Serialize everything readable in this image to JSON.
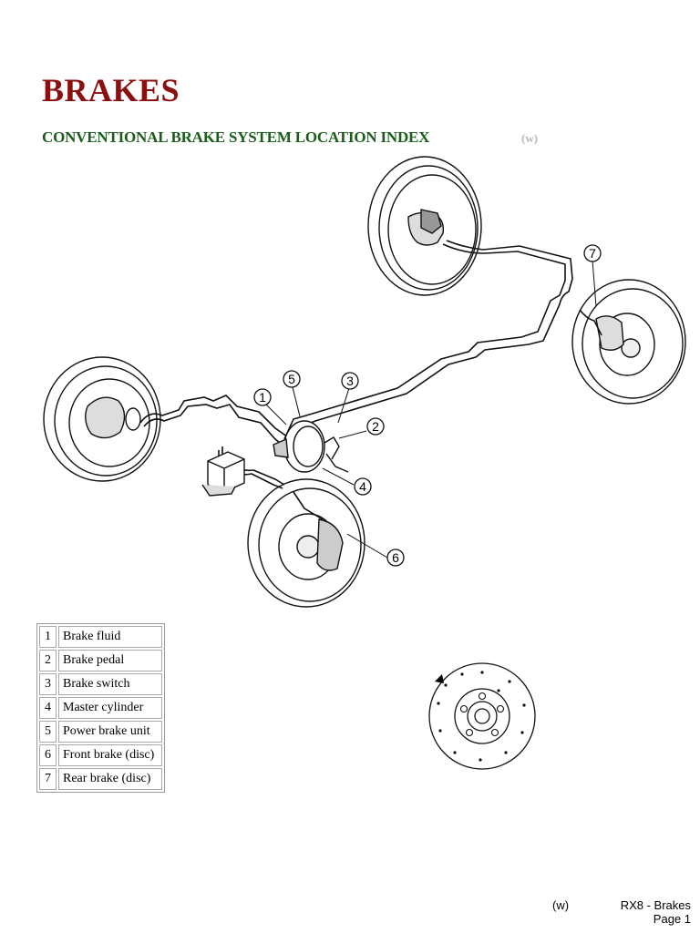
{
  "page": {
    "title": "BRAKES",
    "subtitle": "CONVENTIONAL BRAKE SYSTEM LOCATION INDEX",
    "subtitle_tag": "(w)"
  },
  "callouts": [
    "1",
    "2",
    "3",
    "4",
    "5",
    "6",
    "7"
  ],
  "legend": [
    {
      "num": "1",
      "label": "Brake fluid"
    },
    {
      "num": "2",
      "label": "Brake pedal"
    },
    {
      "num": "3",
      "label": "Brake switch"
    },
    {
      "num": "4",
      "label": "Master cylinder"
    },
    {
      "num": "5",
      "label": "Power brake unit"
    },
    {
      "num": "6",
      "label": "Front brake (disc)"
    },
    {
      "num": "7",
      "label": "Rear brake (disc)"
    }
  ],
  "footer": {
    "tag": "(w)",
    "doc": "RX8 - Brakes",
    "page": "Page 1"
  },
  "colors": {
    "title": "#8b0f0f",
    "subtitle": "#1a5e1a",
    "tag": "#b8b8b8"
  }
}
